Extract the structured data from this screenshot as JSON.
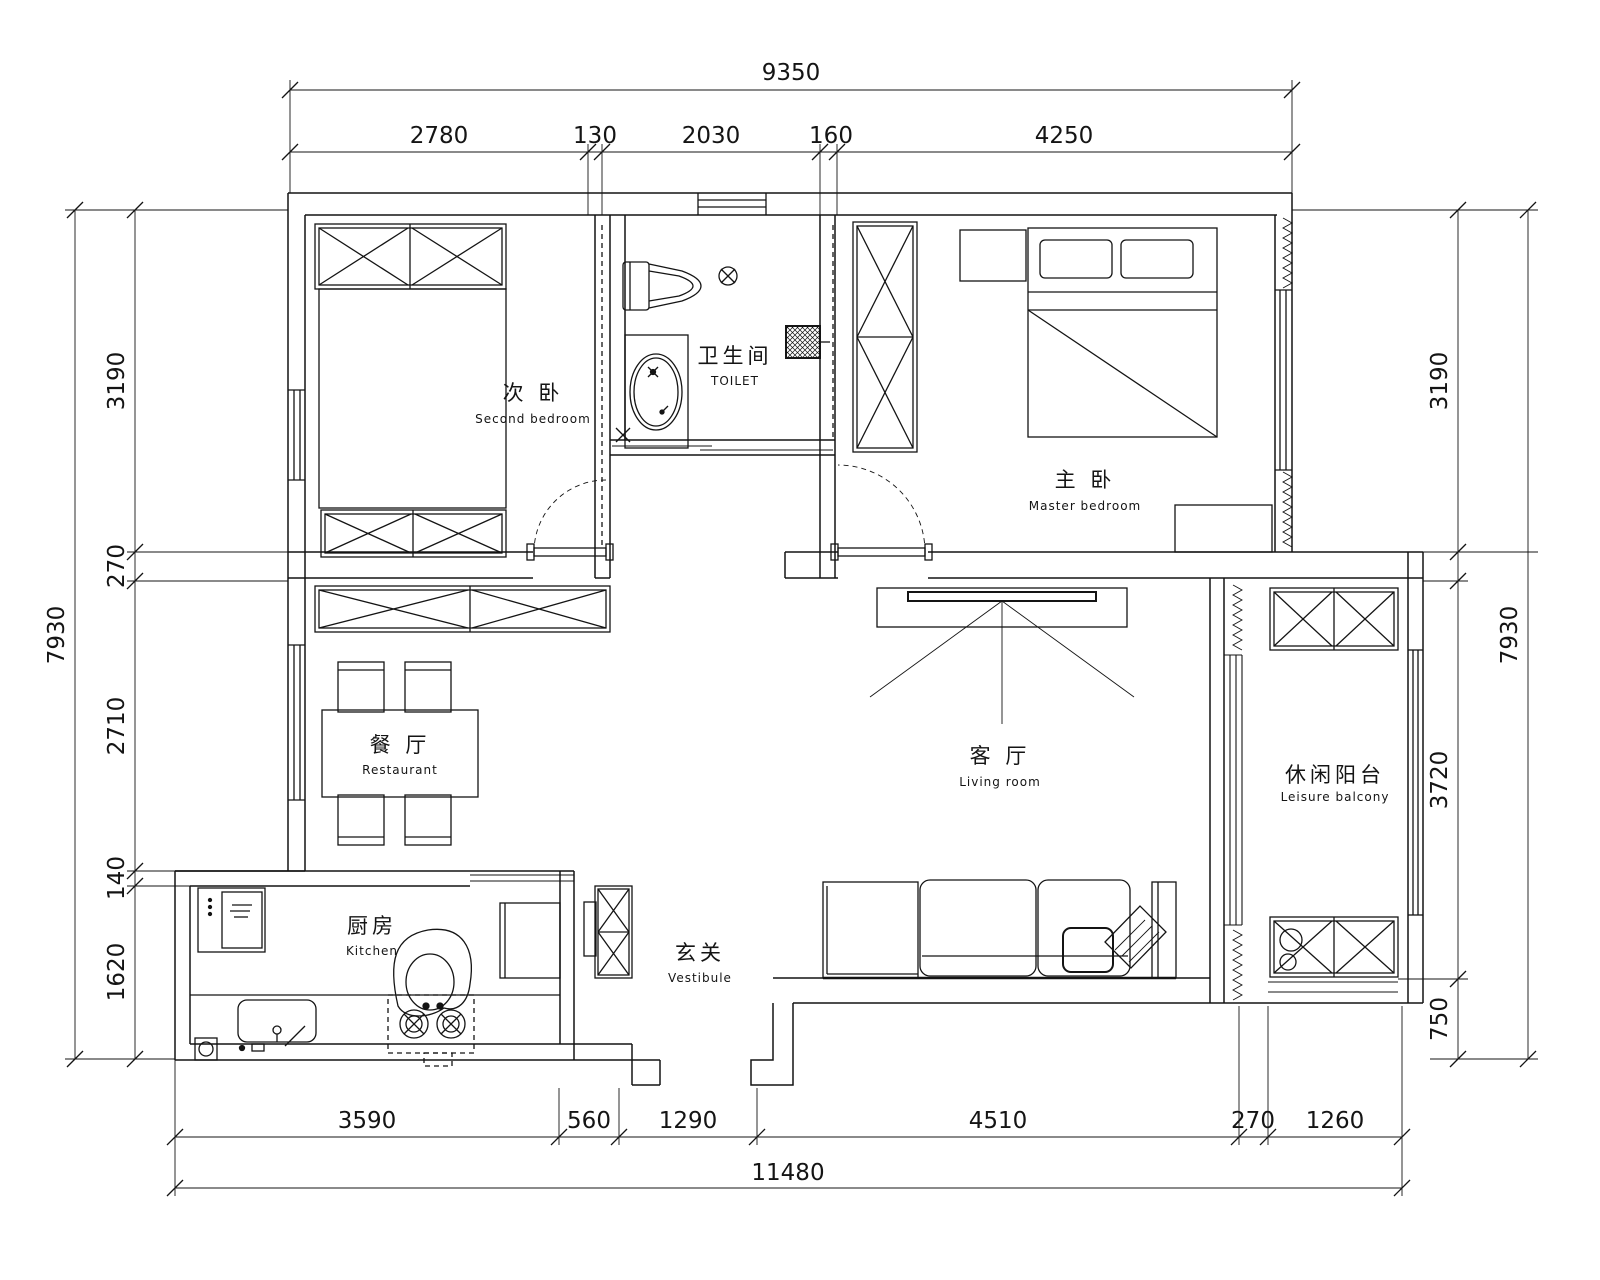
{
  "plan": {
    "rooms": [
      {
        "zh": "次 卧",
        "en": "Second bedroom"
      },
      {
        "zh": "卫生间",
        "en": "TOILET"
      },
      {
        "zh": "主 卧",
        "en": "Master bedroom"
      },
      {
        "zh": "餐 厅",
        "en": "Restaurant"
      },
      {
        "zh": "客 厅",
        "en": "Living room"
      },
      {
        "zh": "休闲阳台",
        "en": "Leisure balcony"
      },
      {
        "zh": "厨房",
        "en": "Kitchen"
      },
      {
        "zh": "玄关",
        "en": "Vestibule"
      }
    ],
    "dims": {
      "top": {
        "overall": "9350",
        "segments": [
          "2780",
          "130",
          "2030",
          "160",
          "4250"
        ]
      },
      "left": {
        "overall": "7930",
        "segments": [
          "3190",
          "270",
          "2710",
          "140",
          "1620"
        ]
      },
      "right": {
        "overall": "7930",
        "segments": [
          "3190",
          "3720",
          "750"
        ]
      },
      "bottom": {
        "overall": "11480",
        "segments": [
          "3590",
          "560",
          "1290",
          "4510",
          "270",
          "1260"
        ]
      }
    },
    "colors": {
      "line": "#141414",
      "background": "#ffffff"
    }
  }
}
